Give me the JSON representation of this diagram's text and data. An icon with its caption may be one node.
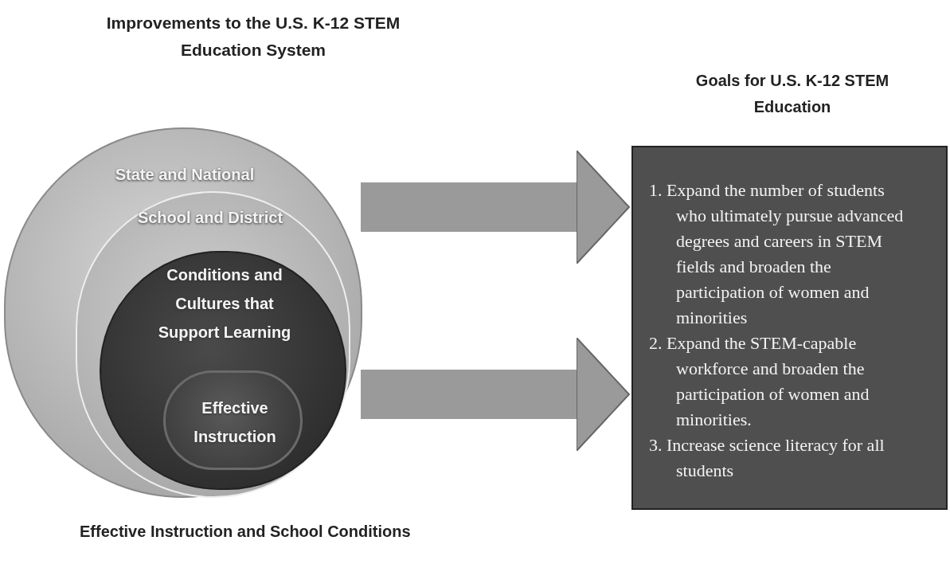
{
  "diagram": {
    "nodes": [
      {
        "text": [
          "Improvements to the U.S. K-12 STEM Education System",
          "State and National"
        ]
      },
      {
        "text": [
          "School and District"
        ],
        "in": 0
      },
      {
        "text": [
          "Conditions and Cultures that Support Learning"
        ],
        "in": 1
      },
      {
        "text": [
          "Effective Instruction"
        ],
        "in": 2
      },
      {
        "text": [
          "Goals for U.S. K-12 STEM Education",
          "1. Expand the number of students who ultimately pursue advanced degrees and careers in STEM fields and broaden the participation of women and minorities",
          "2. Expand the STEM-capable workforce and broaden the participation of women and minorities.",
          "3. Increase science literacy for all students"
        ]
      }
    ],
    "edges": [
      {
        "from": 0,
        "to": 4,
        "arrow": "to"
      },
      {
        "from": 0,
        "to": 4,
        "arrow": "to"
      }
    ],
    "labels": [
      "Effective Instruction and School Conditions"
    ]
  }
}
